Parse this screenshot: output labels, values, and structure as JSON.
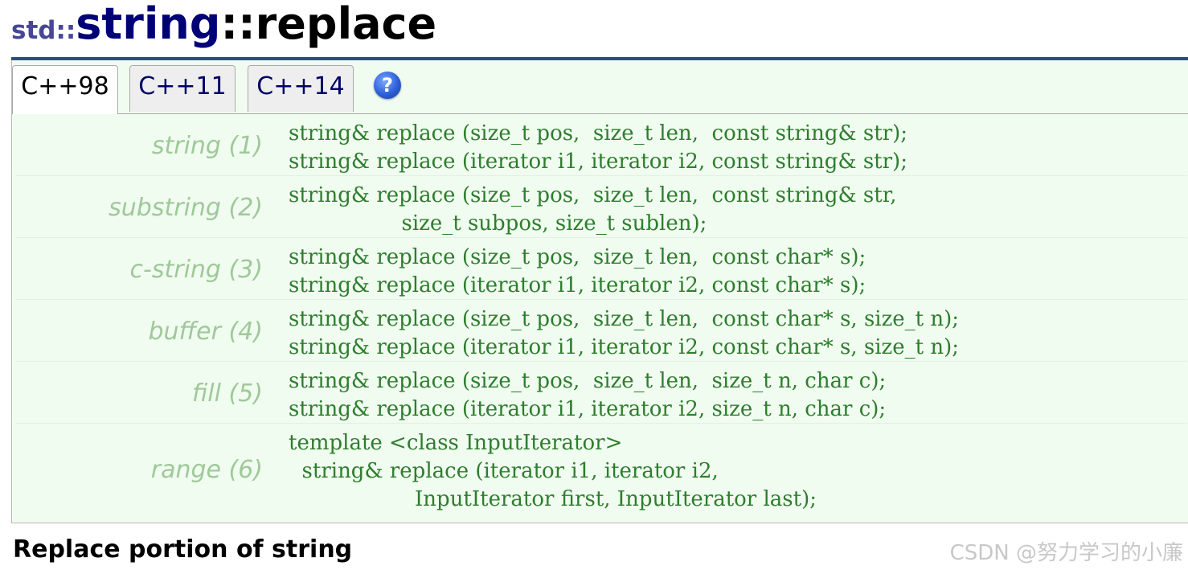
{
  "title": {
    "namespace": "std::",
    "class_name": "string",
    "member": "::replace"
  },
  "tabs": [
    {
      "label": "C++98",
      "active": true
    },
    {
      "label": "C++11",
      "active": false
    },
    {
      "label": "C++14",
      "active": false
    }
  ],
  "help_icon": {
    "name": "help-icon",
    "glyph": "?"
  },
  "declarations": [
    {
      "label": "string (1)",
      "code": "string& replace (size_t pos,  size_t len,  const string& str);\nstring& replace (iterator i1, iterator i2, const string& str);"
    },
    {
      "label": "substring (2)",
      "code": "string& replace (size_t pos,  size_t len,  const string& str,\n                 size_t subpos, size_t sublen);"
    },
    {
      "label": "c-string (3)",
      "code": "string& replace (size_t pos,  size_t len,  const char* s);\nstring& replace (iterator i1, iterator i2, const char* s);"
    },
    {
      "label": "buffer (4)",
      "code": "string& replace (size_t pos,  size_t len,  const char* s, size_t n);\nstring& replace (iterator i1, iterator i2, const char* s, size_t n);"
    },
    {
      "label": "fill (5)",
      "code": "string& replace (size_t pos,  size_t len,  size_t n, char c);\nstring& replace (iterator i1, iterator i2, size_t n, char c);"
    },
    {
      "label": "range (6)",
      "code": "template <class InputIterator>\n  string& replace (iterator i1, iterator i2,\n                   InputIterator first, InputIterator last);"
    }
  ],
  "subtitle": "Replace portion of string",
  "watermark": "CSDN @努力学习的小廉",
  "colors": {
    "title_rule": "#2c4a8c",
    "panel_bg": "#f0fcf0",
    "label": "#a0c89a",
    "code": "#2e7d2e"
  }
}
